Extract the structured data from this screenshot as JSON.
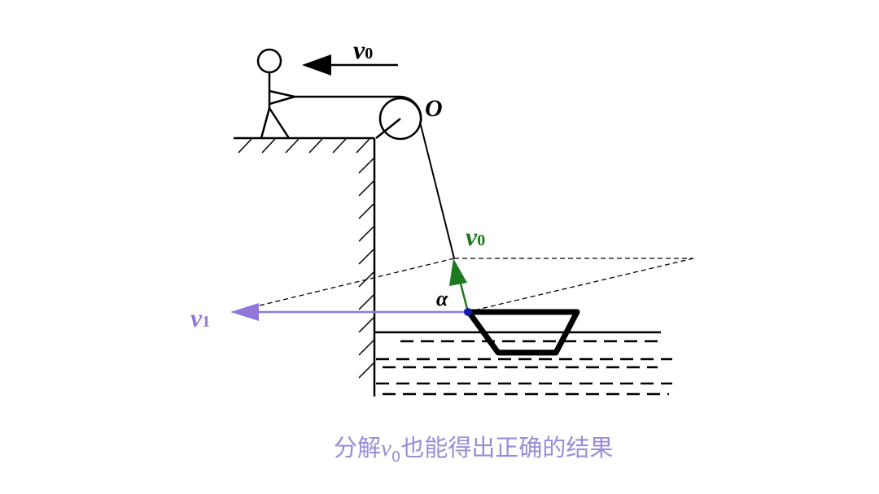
{
  "labels": {
    "top_velocity": "v",
    "top_velocity_sub": "0",
    "pulley": "O",
    "rope_velocity": "v",
    "rope_velocity_sub": "0",
    "angle": "α",
    "boat_velocity": "v",
    "boat_velocity_sub": "1"
  },
  "caption": {
    "before": "分解",
    "var": "v",
    "var_sub": "0",
    "after": "也能得出正确的结果"
  },
  "colors": {
    "v0_arrow": "#1e7a1e",
    "v1_arrow": "#8f78d8",
    "caption": "#9b8bd9",
    "pivot_dot": "#1a1ab0"
  }
}
